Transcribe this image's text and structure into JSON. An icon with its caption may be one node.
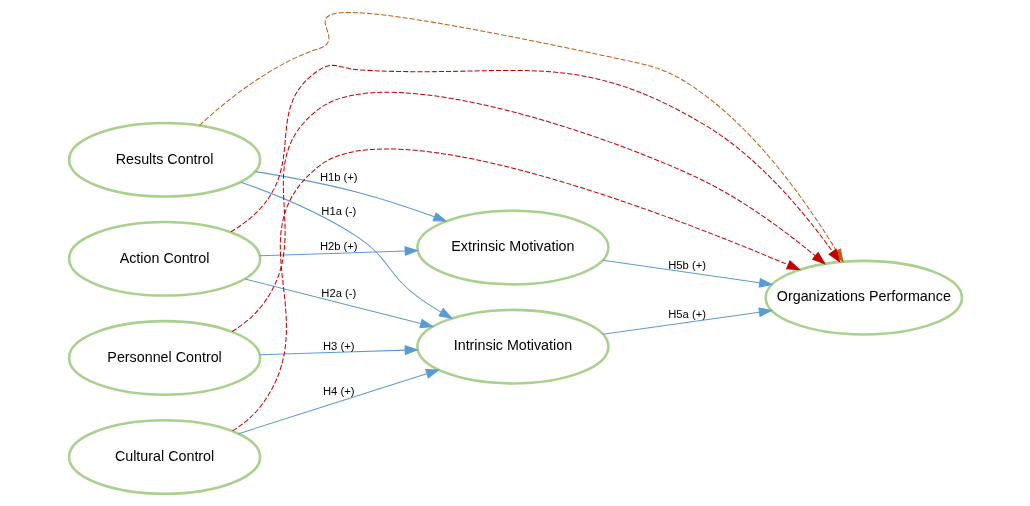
{
  "diagram": {
    "nodes": [
      {
        "text": [
          "Results Control"
        ]
      },
      {
        "text": [
          "Action Control"
        ]
      },
      {
        "text": [
          "Personnel Control"
        ]
      },
      {
        "text": [
          "Cultural Control"
        ]
      },
      {
        "text": [
          "Intrinsic Motivation"
        ]
      },
      {
        "text": [
          "Extrinsic Motivation"
        ]
      },
      {
        "text": [
          "Organizations Performance"
        ]
      }
    ],
    "edges": [
      {
        "from": 0,
        "to": 4,
        "arrow": "to",
        "label": "H1a (-)"
      },
      {
        "from": 0,
        "to": 5,
        "arrow": "to",
        "label": "H1b (+)"
      },
      {
        "from": 1,
        "to": 4,
        "arrow": "to",
        "label": "H2a (-)"
      },
      {
        "from": 1,
        "to": 5,
        "arrow": "to",
        "label": "H2b (+)"
      },
      {
        "from": 2,
        "to": 4,
        "arrow": "to",
        "label": "H3 (+)"
      },
      {
        "from": 3,
        "to": 4,
        "arrow": "to",
        "label": "H4 (+)"
      },
      {
        "from": 4,
        "to": 6,
        "arrow": "to",
        "label": "H5a (+)"
      },
      {
        "from": 5,
        "to": 6,
        "arrow": "to",
        "label": "H5b (+)"
      },
      {
        "from": 0,
        "to": 6,
        "arrow": "to",
        "style": "dashed",
        "color": "#c55a11"
      },
      {
        "from": 1,
        "to": 6,
        "arrow": "to",
        "style": "dashed",
        "color": "#c00000"
      },
      {
        "from": 2,
        "to": 6,
        "arrow": "to",
        "style": "dashed",
        "color": "#c00000"
      },
      {
        "from": 3,
        "to": 6,
        "arrow": "to",
        "style": "dashed",
        "color": "#c00000"
      }
    ]
  }
}
